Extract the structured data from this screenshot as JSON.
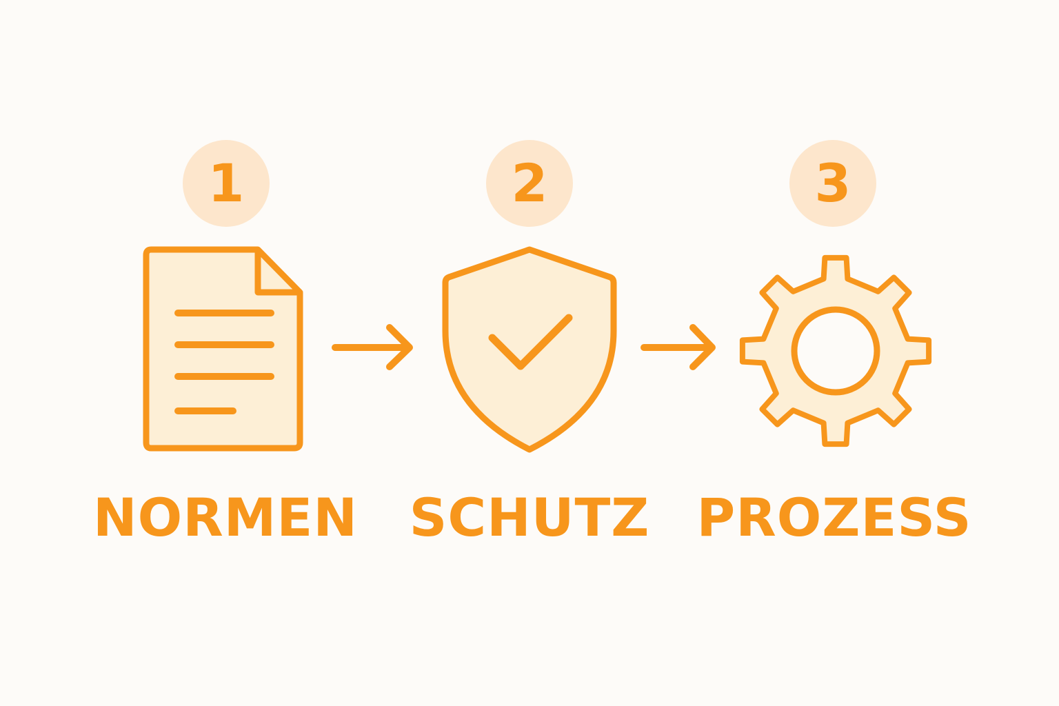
{
  "steps": [
    {
      "number": "1",
      "label": "NORMEN",
      "icon": "document-icon"
    },
    {
      "number": "2",
      "label": "SCHUTZ",
      "icon": "shield-check-icon"
    },
    {
      "number": "3",
      "label": "PROZESS",
      "icon": "gear-icon"
    }
  ],
  "colors": {
    "accent": "#f7961c",
    "fill": "#fdefd6",
    "badge": "#fde6cc",
    "background": "#fdfbf8"
  }
}
